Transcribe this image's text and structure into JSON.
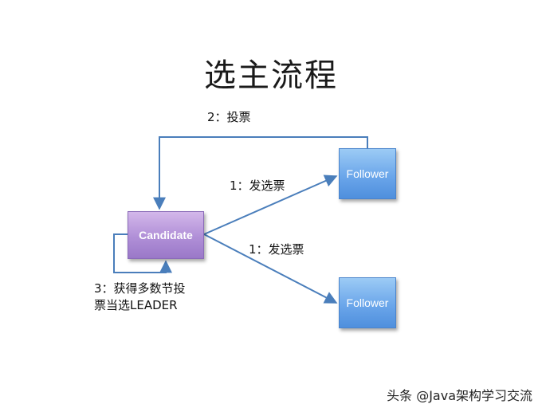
{
  "title": "选主流程",
  "nodes": {
    "candidate": "Candidate",
    "follower_top": "Follower",
    "follower_bottom": "Follower"
  },
  "edges": {
    "vote_label": "2：投票",
    "send_vote_top_label": "1：发选票",
    "send_vote_bottom_label": "1：发选票",
    "win_label_line1": "3：获得多数节投",
    "win_label_line2": "票当选LEADER"
  },
  "colors": {
    "edge": "#4a7ebb",
    "candidate_fill": "#b08fd7",
    "follower_fill": "#6ba6ea"
  },
  "watermark": "头条 @Java架构学习交流"
}
